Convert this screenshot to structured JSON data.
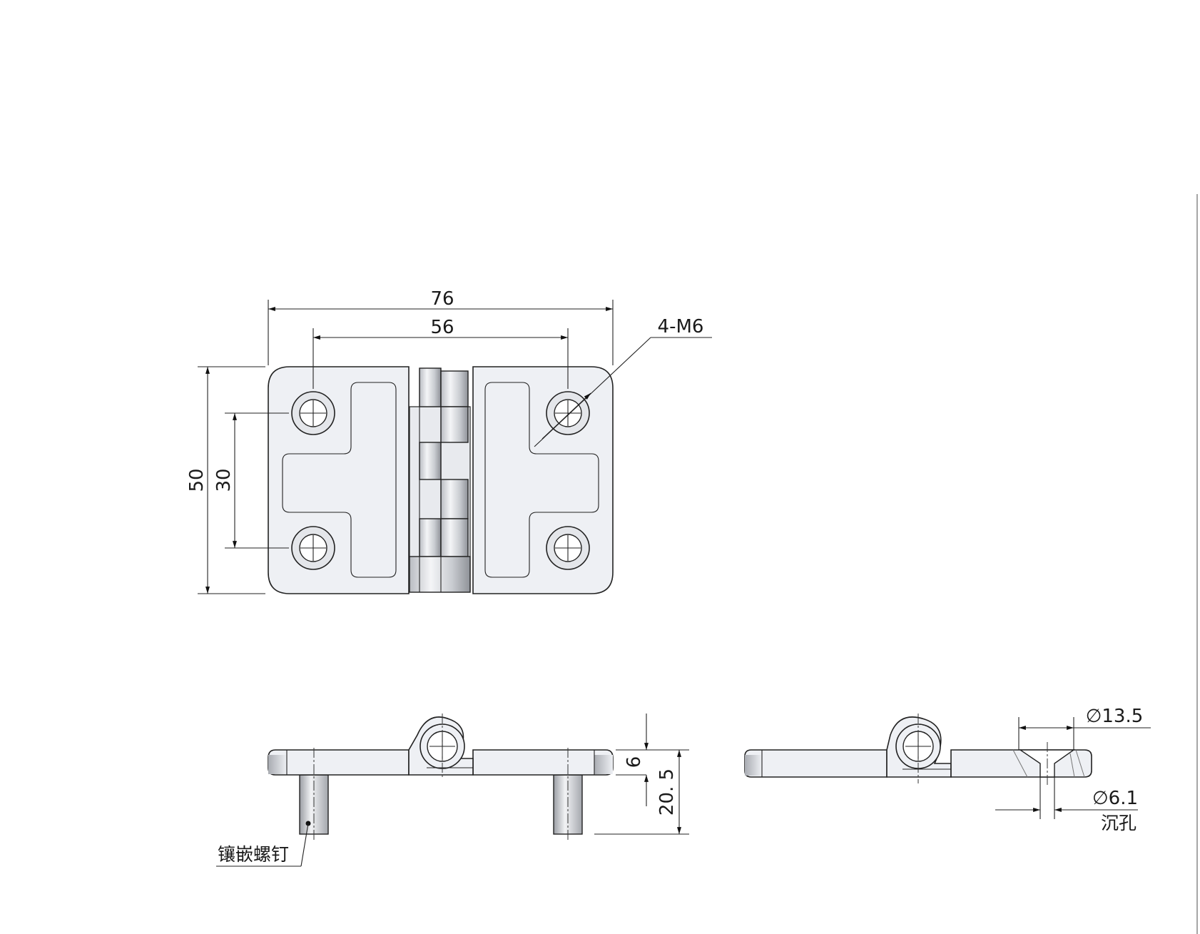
{
  "dimensions": {
    "overall_width": "76",
    "hole_spacing_x": "56",
    "overall_height": "50",
    "hole_spacing_y": "30",
    "thread": "4-M6",
    "plate_thickness": "6",
    "stud_length": "20. 5",
    "counterbore_dia": "∅13.5",
    "through_hole_dia": "∅6.1"
  },
  "labels": {
    "insert_stud": "镶嵌螺钉",
    "counterbore": "沉孔"
  },
  "colors": {
    "line": "#222222",
    "fill": "#eef0f4",
    "background": "#ffffff"
  }
}
